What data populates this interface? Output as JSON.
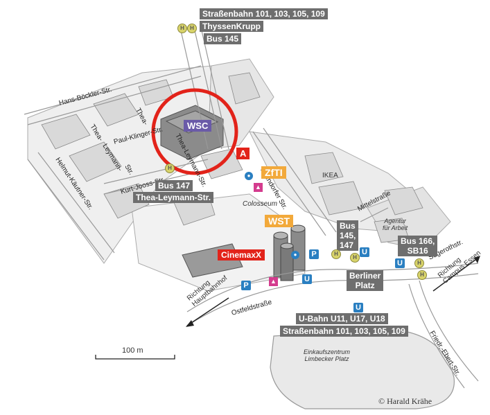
{
  "transit_labels": {
    "tram_north": "Straßenbahn 101, 103, 105, 109",
    "thyssenkrupp": "ThyssenKrupp",
    "bus_145_north": "Bus 145",
    "bus_147_line1": "Bus 147",
    "bus_147_line2": "Thea-Leymann-Str.",
    "bus_145_147": "Bus\n145,\n147",
    "bus_166": "Bus 166,\nSB16",
    "berliner_platz": "Berliner\nPlatz",
    "ubahn": "U-Bahn U11, U17, U18",
    "tram_south": "Straßenbahn 101, 103, 105, 109"
  },
  "venues": {
    "wsc": "WSC",
    "a": "A",
    "zfti": "ZfTI",
    "wst": "WST",
    "cinemaxx": "CinemaxX",
    "ikea": "IKEA",
    "colosseum": "Colosseum",
    "agentur": "Agentur\nfür Arbeit",
    "einkaufszentrum": "Einkaufszentrum\nLimbecker Platz"
  },
  "streets": {
    "hans_boeckler": "Hans-Böckler-Str.",
    "thea1": "Thea-",
    "leymann": "Leymann-",
    "str": "Str.",
    "paul_klinger": "Paul-Klinger-Str.",
    "thea_leymann_str": "Thea-Leymann-Str.",
    "helmut_kaeutner": "Helmut-Käutner-Str.",
    "kurt_jooss": "Kurt-Jooss-Str.",
    "altendorfer": "Altendorfer Str.",
    "mittelstrasse": "Mittelstraße",
    "segerothstr": "Segerothstr.",
    "ostfeldstrasse": "Ostfeldstraße",
    "friedr_ebert": "Friedr.-Ebert-Str."
  },
  "directions": {
    "hauptbahnhof": "Richtung\nHauptbahnhof",
    "campus": "Richtung\nCampus Essen"
  },
  "symbols": {
    "u": "U",
    "p": "P",
    "h": "H"
  },
  "scale": {
    "label": "100 m"
  },
  "credit": "© Harald Krähe",
  "colors": {
    "label_gray": "#6e6e6e",
    "circle_red": "#e2231a",
    "a_red": "#e2231a",
    "zfti_orange": "#f2a93b",
    "wst_orange": "#f2a93b",
    "wsc_purple": "#6a5aa8",
    "u_blue": "#2a7fc1",
    "stop_yellow": "#d8d36a"
  }
}
